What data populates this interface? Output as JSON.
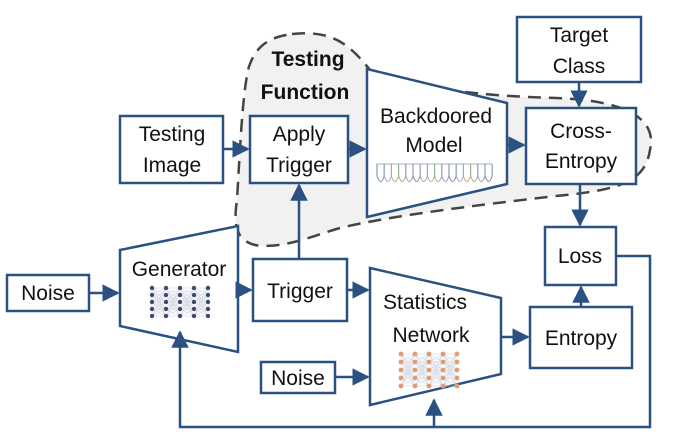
{
  "diagram": {
    "colors": {
      "stroke": "#2b5183",
      "region_fill": "#f1f1f1",
      "region_border": "#444444",
      "generator_nodes": "#3d4a70",
      "statistics_nodes": "#e39a70"
    },
    "testing_function": {
      "title_line1": "Testing",
      "title_line2": "Function"
    },
    "nodes": {
      "testing_image": {
        "line1": "Testing",
        "line2": "Image"
      },
      "apply_trigger": {
        "line1": "Apply",
        "line2": "Trigger"
      },
      "backdoored_model": {
        "line1": "Backdoored",
        "line2": "Model"
      },
      "target_class": {
        "line1": "Target",
        "line2": "Class"
      },
      "cross_entropy": {
        "line1": "Cross-",
        "line2": "Entropy"
      },
      "loss": {
        "label": "Loss"
      },
      "noise_left": {
        "label": "Noise"
      },
      "generator": {
        "label": "Generator"
      },
      "trigger": {
        "label": "Trigger"
      },
      "statistics_network": {
        "line1": "Statistics",
        "line2": "Network"
      },
      "noise_bottom": {
        "label": "Noise"
      },
      "entropy": {
        "label": "Entropy"
      }
    }
  }
}
